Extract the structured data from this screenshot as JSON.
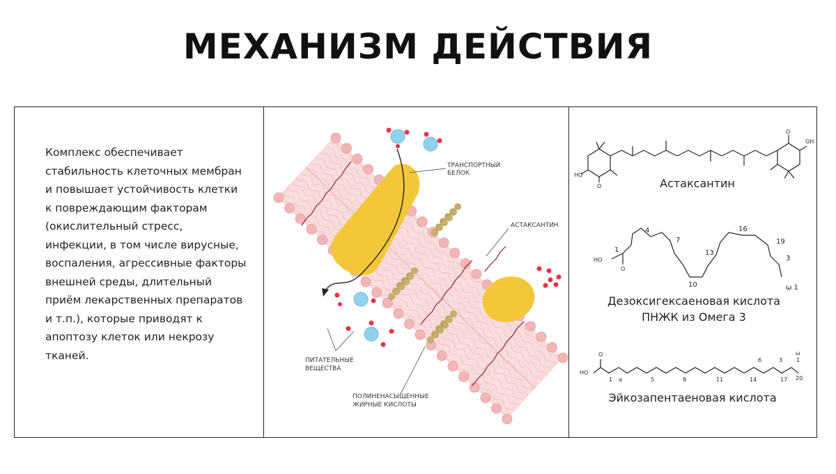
{
  "title": "МЕХАНИЗМ ДЕЙСТВИЯ",
  "description": "Комплекс обеспечивает стабильность клеточных мембран и повышает устойчивость клетки к повреждающим факторам (окислительный стресс, инфекции, в том числе вирусные, воспаления, агрессивные факторы внешней среды, длительный приём лекарственных препаратов и т.п.), которые приводят к апоптозу клеток или некрозу тканей.",
  "diagram": {
    "labels": {
      "transport_protein_line1": "ТРАНСПОРТНЫЙ",
      "transport_protein_line2": "БЕЛОК",
      "astaxanthin": "АСТАКСАНТИН",
      "nutrients_line1": "ПИТАТЕЛЬНЫЕ",
      "nutrients_line2": "ВЕЩЕСТВА",
      "pufa_line1": "ПОЛИНЕНАСЫЩЕННЫЕ",
      "pufa_line2": "ЖИРНЫЕ КИСЛОТЫ"
    },
    "colors": {
      "membrane_fill": "#f9dcdc",
      "lipid_head": "#f2b6b8",
      "protein": "#f2c83a",
      "water_molecule": "#8fd3ea",
      "atom_red": "#e8334a",
      "fatty_acid_cluster": "#c9b06a",
      "astaxanthin_chain": "#8e1c2a"
    }
  },
  "molecules": {
    "astaxanthin": {
      "caption": "Астаксантин",
      "atoms": [
        "HO",
        "O",
        "O",
        "OH"
      ]
    },
    "dha": {
      "caption_line1": "Дезоксигексаеновая кислота",
      "caption_line2": "ПНЖК из Омега 3",
      "atoms": [
        "HO",
        "O"
      ],
      "numbers": [
        "1",
        "4",
        "7",
        "10",
        "13",
        "16",
        "19",
        "3",
        "ω 1"
      ]
    },
    "epa": {
      "caption": "Эйкозапентаеновая кислота",
      "atoms": [
        "HO",
        "O"
      ],
      "numbers": [
        "1",
        "α",
        "5",
        "8",
        "11",
        "14",
        "17",
        "20",
        "6",
        "3",
        "ω",
        "1"
      ]
    }
  }
}
